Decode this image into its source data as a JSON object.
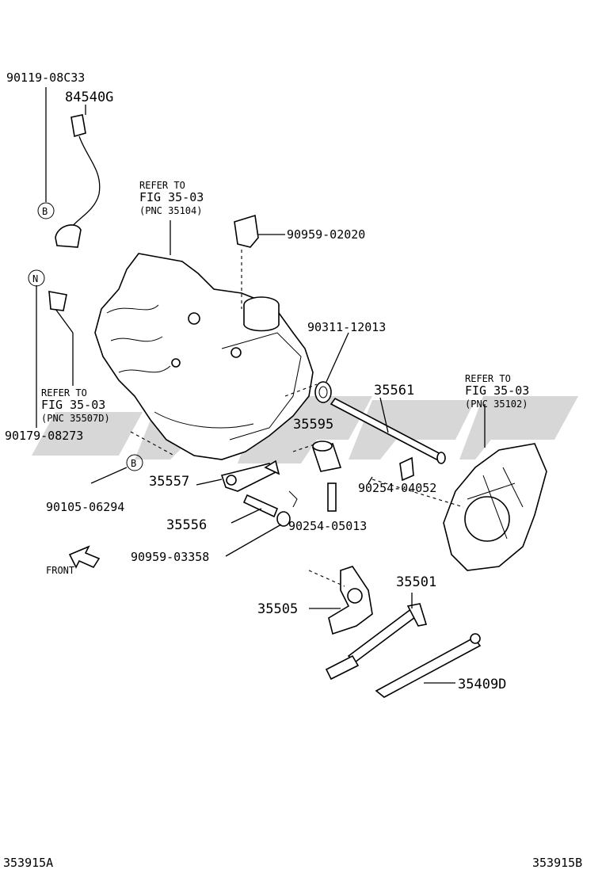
{
  "watermark": "CAPOS-like logo",
  "labels": {
    "p1": "90119-08C33",
    "p2": "84540G",
    "p3": "90959-02020",
    "p4": "90311-12013",
    "p5": "35561",
    "p6": "35595",
    "p7": "90179-08273",
    "p8": "35557",
    "p9": "90254-04052",
    "p10": "90105-06294",
    "p11": "35556",
    "p12": "90254-05013",
    "p13": "90959-03358",
    "p14": "35501",
    "p15": "35505",
    "p16": "35409D"
  },
  "refers": {
    "r1": [
      "REFER TO",
      "FIG 35-03",
      "(PNC 35104)"
    ],
    "r2": [
      "REFER TO",
      "FIG  35-03",
      "(PNC 35507D)"
    ],
    "r3": [
      "REFER TO",
      "FIG  35-03",
      "(PNC 35102)"
    ]
  },
  "markers": {
    "b": "B",
    "n": "N"
  },
  "front": "FRONT",
  "footer": {
    "left": "353915A",
    "right": "353915B"
  }
}
